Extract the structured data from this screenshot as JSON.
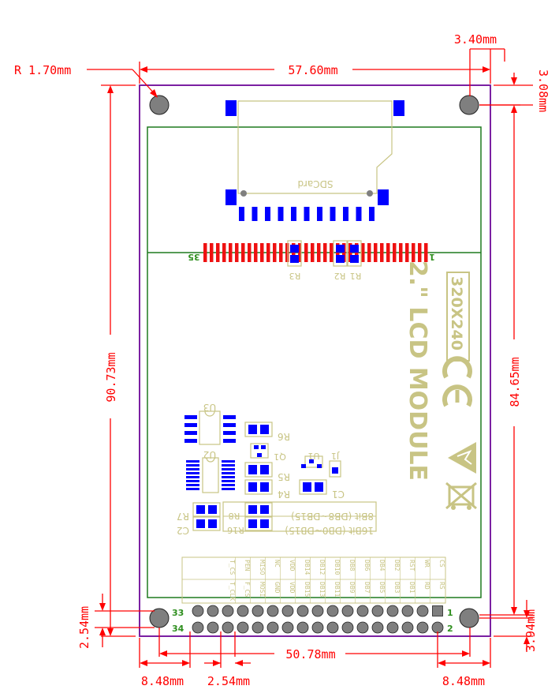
{
  "dimensions": {
    "corner_radius": "R 1.70mm",
    "width": "57.60mm",
    "right_offset": "3.40mm",
    "top_offset": "3.08mm",
    "height": "90.73mm",
    "inner_height": "84.65mm",
    "pin_pitch_v": "2.54mm",
    "bottom_offset": "3.94mm",
    "header_span": "50.78mm",
    "left_edge": "8.48mm",
    "pin_pitch_h": "2.54mm",
    "right_edge": "8.48mm"
  },
  "labels": {
    "sdcard": "SDCard",
    "module_title": "2.\" LCD MODULE",
    "resolution": "320X240",
    "r1": "R1",
    "r2": "R2",
    "r3": "R3",
    "r4": "R4",
    "r5": "R5",
    "r6": "R6",
    "r7": "R7",
    "r8": "R8",
    "r16": "R16",
    "c1": "C1",
    "c2": "C2",
    "u1": "U1",
    "u2": "U2",
    "u3": "U3",
    "q1": "Q1",
    "j1": "J1",
    "bit8": "8Bit (DB8~DB15)",
    "bit16": "16Bit (DB0~DB15)",
    "fpc_pin_left": "35",
    "fpc_pin_right": "1",
    "pin1": "1",
    "pin2": "2",
    "pin33": "33",
    "pin34": "34"
  },
  "header_top_labels": [
    "CS",
    "WR",
    "RST",
    "DB2",
    "DB4",
    "DB6",
    "DB8",
    "DB10",
    "DB12",
    "DB14",
    "VDD",
    "NC",
    "MISO",
    "PEN",
    "T_CS"
  ],
  "header_bottom_labels": [
    "RS",
    "RD",
    "DB1",
    "DB3",
    "DB5",
    "DB7",
    "DB9",
    "DB11",
    "DB13",
    "DB15",
    "VDD",
    "GND",
    "MOSI",
    "F_CS",
    "T_CLK"
  ],
  "colors": {
    "dimension": "#ff0000",
    "board_outline": "#7b1fa2",
    "pcb_outline": "#1e7a1e",
    "silkscreen": "#c8c484",
    "pad": "#0000ff",
    "fpc": "#ee1111"
  }
}
